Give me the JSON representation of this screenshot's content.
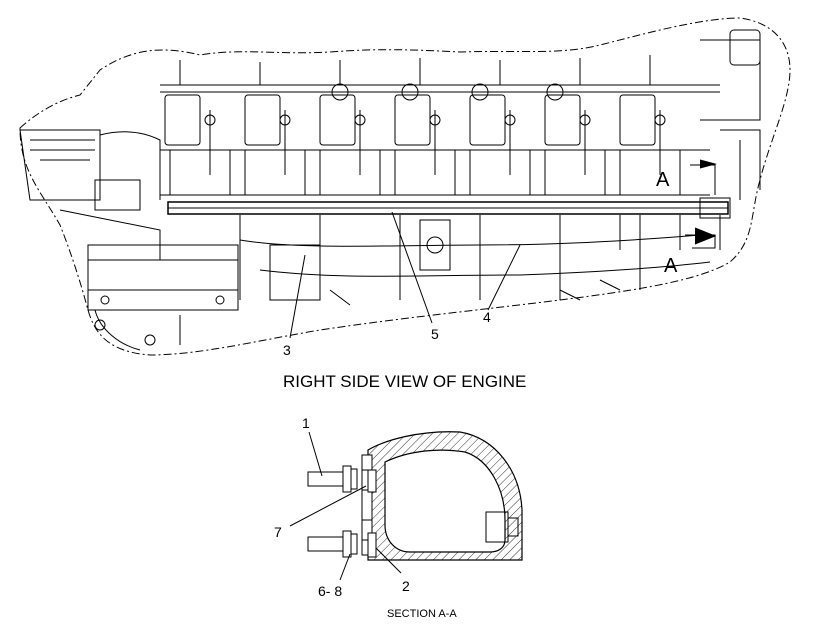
{
  "diagram": {
    "caption_top": "RIGHT SIDE VIEW OF ENGINE",
    "caption_bottom": "SECTION A-A",
    "section_markers": [
      "A",
      "A"
    ],
    "callouts_top": [
      "3",
      "5",
      "4"
    ],
    "callouts_bottom": [
      "1",
      "7",
      "6- 8",
      "2"
    ]
  }
}
